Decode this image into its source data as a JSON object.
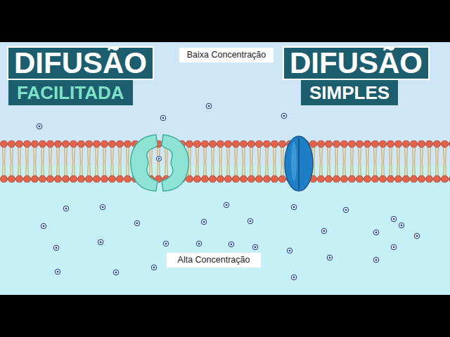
{
  "diagram": {
    "nodes": [
      {
        "text": [
          "DIFUSÃO",
          "FACILITADA"
        ]
      },
      {
        "text": [
          "Baixa Concentração"
        ]
      },
      {
        "text": [
          "DIFUSÃO",
          "SIMPLES"
        ]
      },
      {
        "text": [
          "Alta Concentração"
        ]
      }
    ]
  }
}
